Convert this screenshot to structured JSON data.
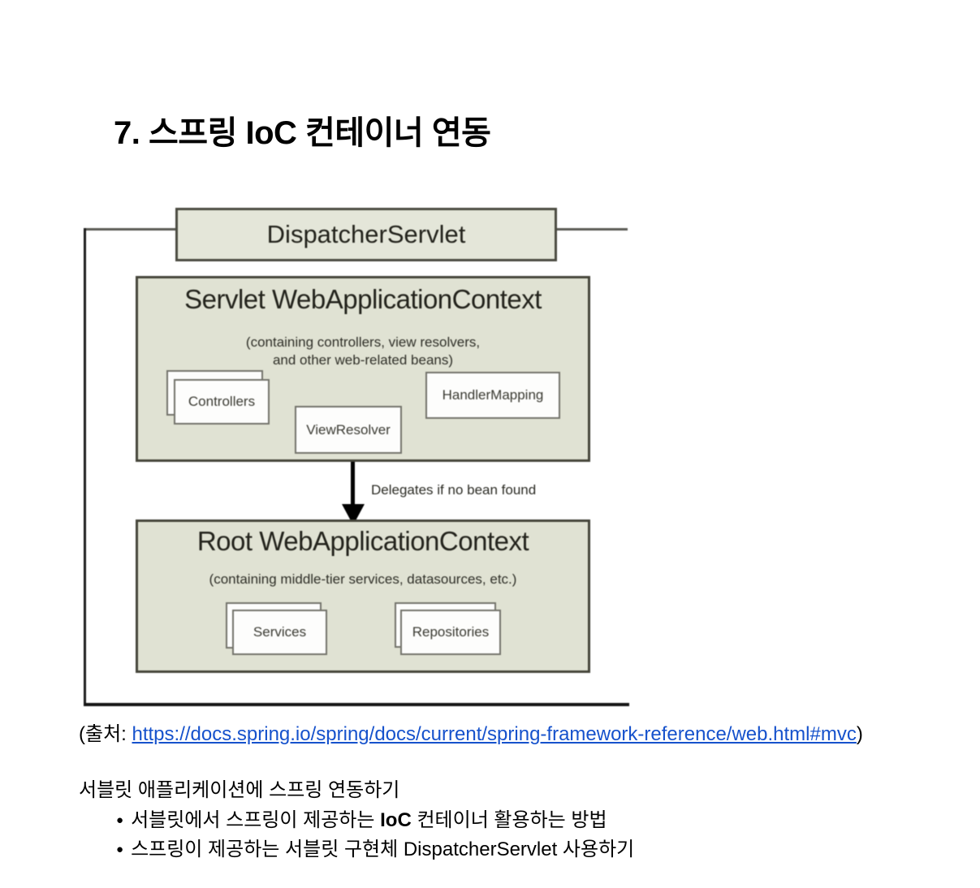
{
  "page": {
    "title": "7. 스프링 IoC 컨테이너 연동"
  },
  "diagram": {
    "dispatcher_label": "DispatcherServlet",
    "servlet_context": {
      "title": "Servlet WebApplicationContext",
      "subtitle_line1": "(containing controllers, view resolvers,",
      "subtitle_line2": "and other web-related beans)",
      "controllers_label": "Controllers",
      "view_resolver_label": "ViewResolver",
      "handler_mapping_label": "HandlerMapping"
    },
    "arrow_label": "Delegates if no bean found",
    "root_context": {
      "title": "Root WebApplicationContext",
      "subtitle": "(containing middle-tier services, datasources, etc.)",
      "services_label": "Services",
      "repositories_label": "Repositories"
    },
    "colors": {
      "context_fill": "#e0e2d3",
      "dispatcher_fill": "#e4e6d9",
      "context_border": "#45453a",
      "bean_box_border": "#73736b",
      "link_blue": "#1652cc"
    }
  },
  "caption": {
    "prefix": "(출처: ",
    "link_text": "https://docs.spring.io/spring/docs/current/spring-framework-reference/web.html#mvc",
    "suffix": ")"
  },
  "body": {
    "bullet_char": "●",
    "intro": "서블릿 애플리케이션에 스프링 연동하기",
    "bullets": [
      {
        "pre": "서블릿에서 스프링이 제공하는 ",
        "bold": "IoC",
        "post": " 컨테이너 활용하는 방법"
      },
      {
        "pre": "스프링이 제공하는 서블릿 구현체 DispatcherServlet 사용하기",
        "bold": "",
        "post": ""
      }
    ]
  }
}
